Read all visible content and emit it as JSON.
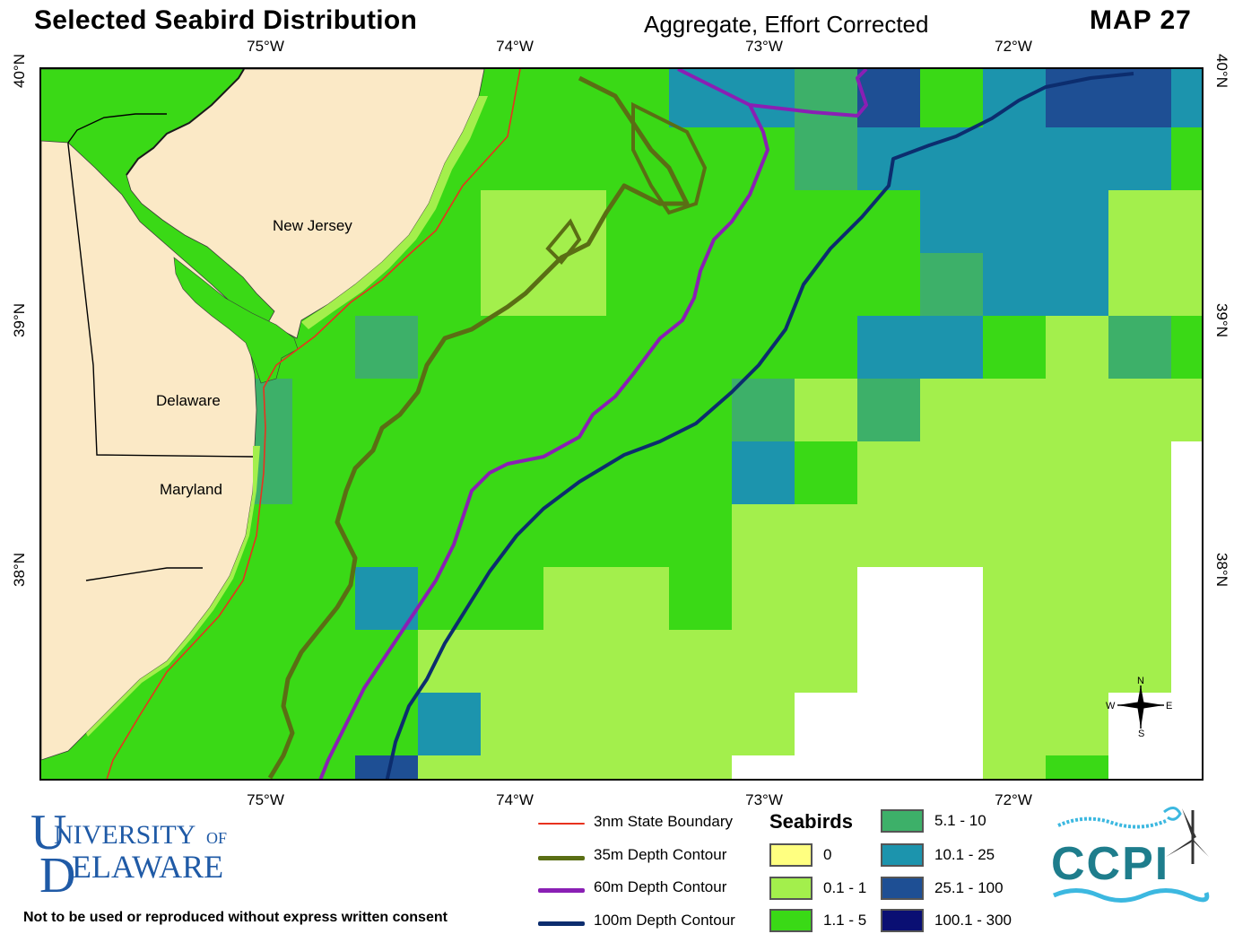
{
  "header": {
    "title": "Selected Seabird Distribution",
    "subtitle": "Aggregate, Effort Corrected",
    "map_number": "MAP 27"
  },
  "axes": {
    "top": [
      "75°W",
      "74°W",
      "73°W",
      "72°W"
    ],
    "bottom": [
      "75°W",
      "74°W",
      "73°W",
      "72°W"
    ],
    "left": [
      "40°N",
      "39°N",
      "38°N"
    ],
    "right": [
      "40°N",
      "39°N",
      "38°N"
    ]
  },
  "map": {
    "state_labels": [
      "New Jersey",
      "Delaware",
      "Maryland"
    ],
    "land_color": "#fbe9c6",
    "water_color": "#ffffff"
  },
  "legend": {
    "lines": [
      {
        "label": "3nm State Boundary",
        "color": "#e8321e"
      },
      {
        "label": "35m Depth Contour",
        "color": "#5a6e14"
      },
      {
        "label": "60m Depth Contour",
        "color": "#8a1fb4"
      },
      {
        "label": "100m Depth Contour",
        "color": "#0c2d6e"
      }
    ],
    "title": "Seabirds",
    "classes": [
      {
        "label": "0",
        "color": "#ffff80"
      },
      {
        "label": "0.1 - 1",
        "color": "#a3ef4c"
      },
      {
        "label": "1.1 - 5",
        "color": "#3ad916"
      },
      {
        "label": "5.1 - 10",
        "color": "#3db069"
      },
      {
        "label": "10.1 - 25",
        "color": "#1c94ad"
      },
      {
        "label": "25.1 - 100",
        "color": "#1e4f94"
      },
      {
        "label": "100.1 - 300",
        "color": "#0a0f73"
      }
    ]
  },
  "logos": {
    "ud_line1": "NIVERSITY",
    "ud_of": "OF",
    "ud_line2": "ELAWARE",
    "ccpi": "CCPI"
  },
  "compass": {
    "n": "N",
    "s": "S",
    "e": "E",
    "w": "W"
  },
  "footer": {
    "consent": "Not to be used or reproduced without express written consent"
  }
}
